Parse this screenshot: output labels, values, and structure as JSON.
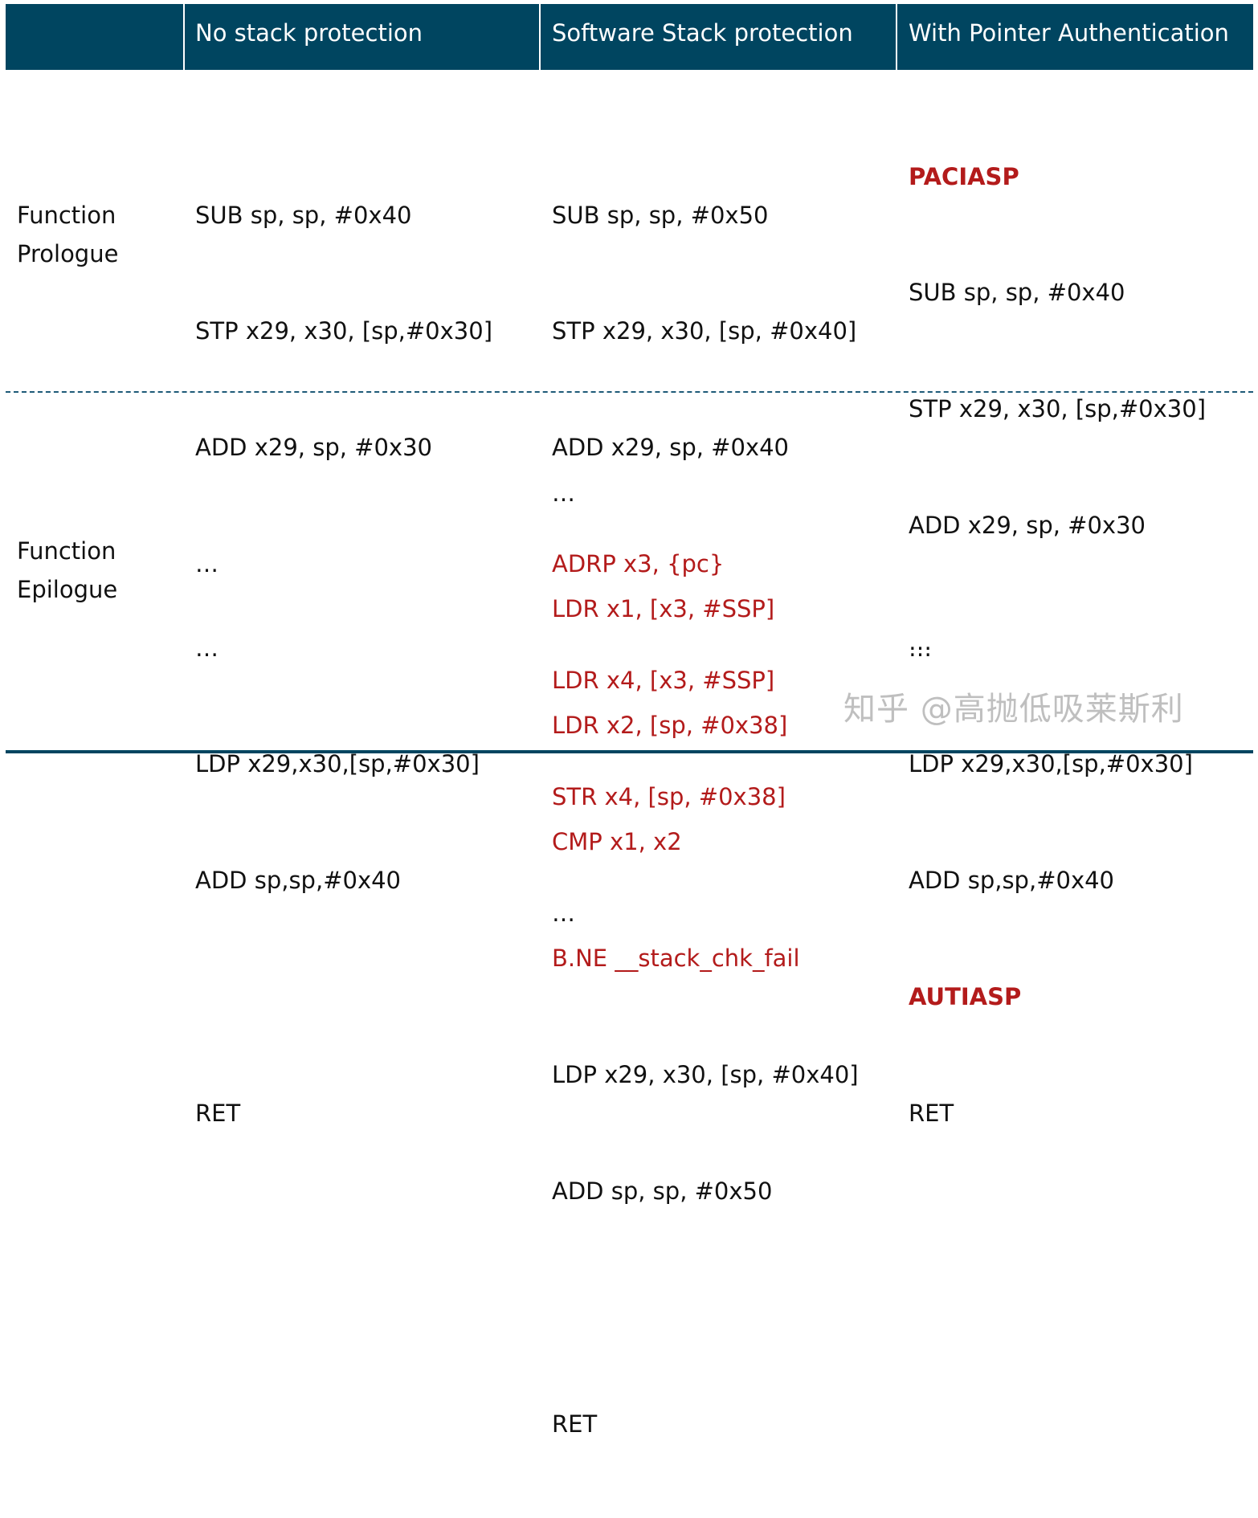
{
  "header": {
    "col1": "",
    "col2": "No stack protection",
    "col3": "Software Stack protection",
    "col4": "With Pointer Authentication"
  },
  "rows": {
    "prologue": {
      "label_line1": "Function",
      "label_line2": "Prologue",
      "no_protection": [
        "SUB sp, sp, #0x40",
        "STP x29, x30, [sp,#0x30]",
        "ADD x29, sp, #0x30",
        "…"
      ],
      "software": [
        {
          "text": "SUB sp, sp, #0x50",
          "highlight": false
        },
        {
          "text": "STP x29, x30, [sp, #0x40]",
          "highlight": false
        },
        {
          "text": "ADD x29, sp, #0x40",
          "highlight": false
        },
        {
          "text": "ADRP x3, {pc}",
          "highlight": true
        },
        {
          "text": "LDR x4, [x3, #SSP]",
          "highlight": true
        },
        {
          "text": "STR x4, [sp, #0x38]",
          "highlight": true
        },
        {
          "text": "…",
          "highlight": false
        }
      ],
      "pointer_auth": [
        {
          "text": "PACIASP",
          "highlight": true
        },
        {
          "text": "SUB sp, sp, #0x40",
          "highlight": false
        },
        {
          "text": "STP x29, x30, [sp,#0x30]",
          "highlight": false
        },
        {
          "text": "ADD x29, sp, #0x30",
          "highlight": false
        },
        {
          "text": "…",
          "highlight": false
        }
      ]
    },
    "epilogue": {
      "label_line1": "Function",
      "label_line2": "Epilogue",
      "no_protection": [
        "…",
        "LDP x29,x30,[sp,#0x30]",
        "ADD sp,sp,#0x40",
        "RET"
      ],
      "software": [
        {
          "text": "…",
          "highlight": false
        },
        {
          "text": "LDR x1, [x3, #SSP]",
          "highlight": true
        },
        {
          "text": "LDR x2, [sp, #0x38]",
          "highlight": true
        },
        {
          "text": "CMP x1, x2",
          "highlight": true
        },
        {
          "text": "B.NE __stack_chk_fail",
          "highlight": true
        },
        {
          "text": "LDP x29, x30, [sp, #0x40]",
          "highlight": false
        },
        {
          "text": "ADD sp, sp, #0x50",
          "highlight": false
        },
        {
          "text": "RET",
          "highlight": false
        }
      ],
      "pointer_auth": [
        {
          "text": "…",
          "highlight": false
        },
        {
          "text": "LDP x29,x30,[sp,#0x30]",
          "highlight": false
        },
        {
          "text": "ADD sp,sp,#0x40",
          "highlight": false
        },
        {
          "text": "AUTIASP",
          "highlight": true
        },
        {
          "text": "RET",
          "highlight": false
        }
      ]
    }
  },
  "colors": {
    "header_bg": "#004560",
    "highlight": "#b31b1b",
    "divider": "#1e5a78"
  },
  "watermark": "知乎 @高抛低吸莱斯利"
}
